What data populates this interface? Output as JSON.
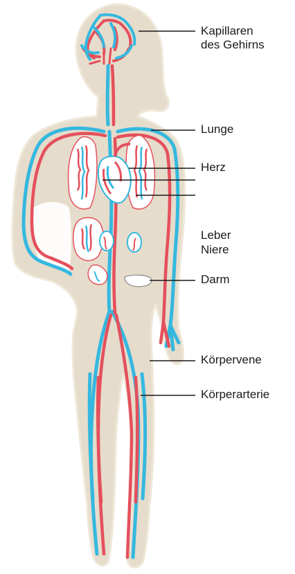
{
  "diagram": {
    "labels": {
      "capillaries_brain_line1": "Kapillaren",
      "capillaries_brain_line2": "des Gehirns",
      "lung": "Lunge",
      "heart": "Herz",
      "liver": "Leber",
      "kidney": "Niere",
      "intestine": "Darm",
      "body_vein": "Körpervene",
      "body_artery": "Körperarterie"
    },
    "colors": {
      "body_fill": "#e6dccb",
      "body_outline": "#efe7d8",
      "vein": "#35b8df",
      "artery": "#e4505c",
      "organ_fill": "#ffffff",
      "text": "#1a1a1a"
    }
  }
}
